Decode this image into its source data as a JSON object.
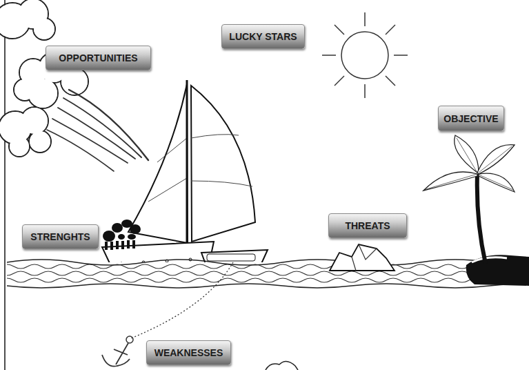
{
  "diagram": {
    "nodes": [
      {
        "text": [
          "LUCKY STARS"
        ]
      },
      {
        "text": [
          "OPPORTUNITIES"
        ]
      },
      {
        "text": [
          "OBJECTIVE"
        ]
      },
      {
        "text": [
          "THREATS"
        ]
      },
      {
        "text": [
          "STRENGHTS"
        ]
      },
      {
        "text": [
          "WEAKNESSES"
        ]
      }
    ]
  }
}
